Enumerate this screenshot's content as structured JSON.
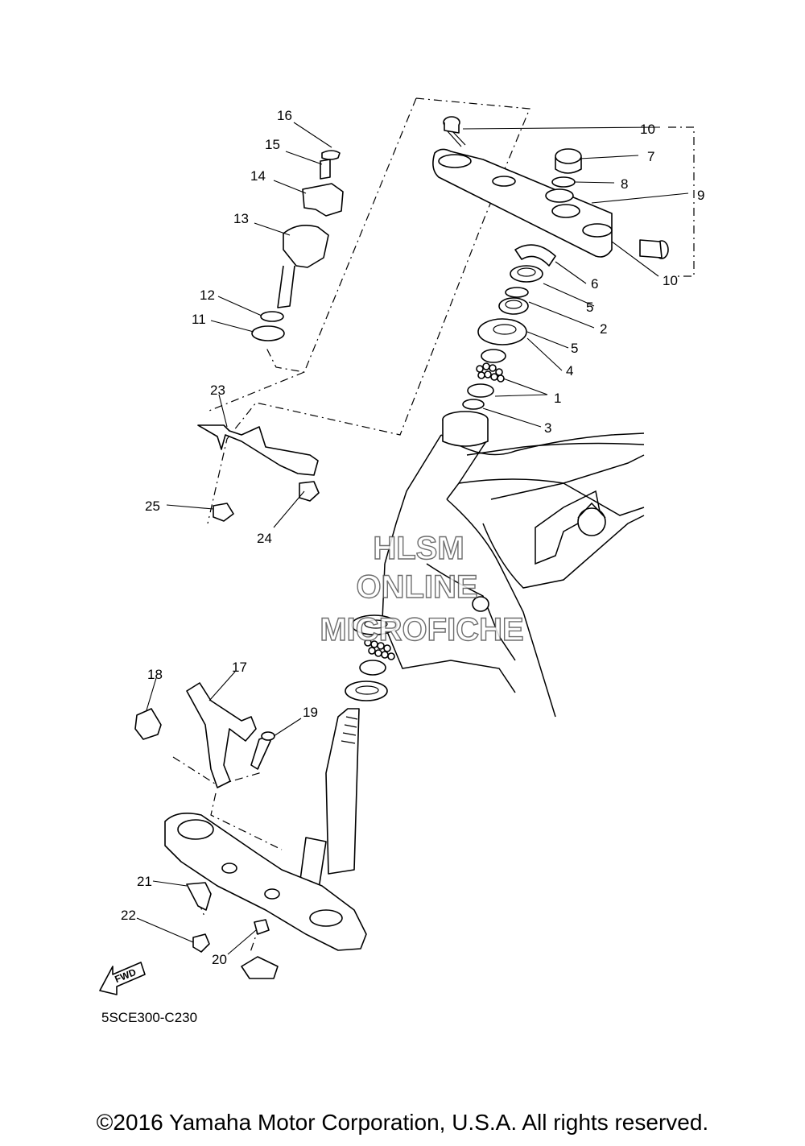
{
  "callouts": {
    "c1": "1",
    "c2": "2",
    "c3": "3",
    "c4": "4",
    "c5a": "5",
    "c5b": "5",
    "c6": "6",
    "c7": "7",
    "c8": "8",
    "c9": "9",
    "c10a": "10",
    "c10b": "10",
    "c11": "11",
    "c12": "12",
    "c13": "13",
    "c14": "14",
    "c15": "15",
    "c16": "16",
    "c17": "17",
    "c18": "18",
    "c19": "19",
    "c20": "20",
    "c21": "21",
    "c22": "22",
    "c23": "23",
    "c24": "24",
    "c25": "25"
  },
  "fwd_label": "FWD",
  "diagram_code": "5SCE300-C230",
  "watermark": {
    "line1": "HLSM",
    "line2": "ONLINE",
    "line3": "MICROFICHE"
  },
  "copyright": "©2016 Yamaha Motor Corporation, U.S.A. All rights reserved."
}
